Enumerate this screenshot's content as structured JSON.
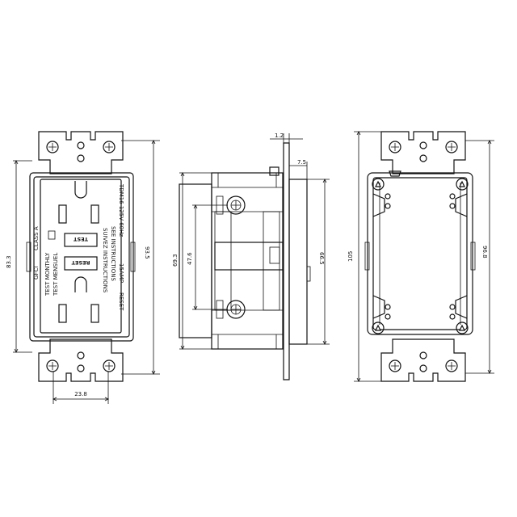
{
  "colors": {
    "line": "#111111",
    "background": "#ffffff"
  },
  "front": {
    "dims": {
      "height": "83.3",
      "side": "93.5",
      "width": "23.8"
    },
    "labels": {
      "gfci": "GFCI",
      "class_a": "CLASS A",
      "test_monthly": "TEST MONTHLY",
      "test_mensuel": "TEST MENSUEL",
      "test_button": "TEST",
      "reset_button": "RESET",
      "see_instructions": "SEE INSTRUCTIONS",
      "suivez_instructions": "SUIVEZ INSTRUCTIONS",
      "rating": "TDM16 125V 60Hz",
      "amp": "15AMP",
      "reset_word": "RESET"
    }
  },
  "side": {
    "dims": {
      "top": "1.2",
      "right_top": "7.5",
      "outer": "69.3",
      "inner": "47.6",
      "right": "66.5"
    }
  },
  "back": {
    "dims": {
      "left": "105",
      "right": "96.8"
    }
  }
}
